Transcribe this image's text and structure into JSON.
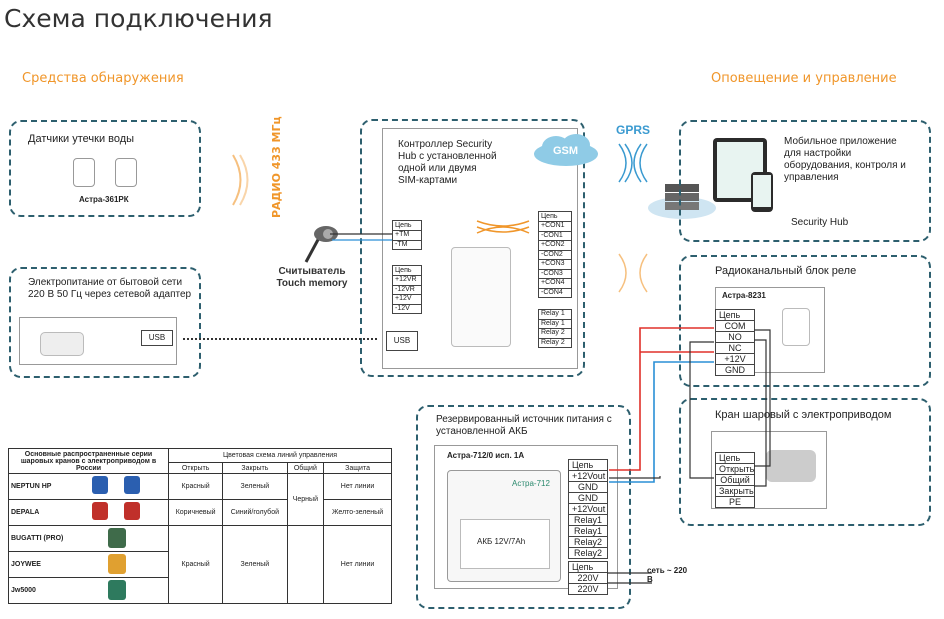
{
  "page_title": "Схема подключения",
  "sections": {
    "detection": "Средства обнаружения",
    "notification": "Оповещение и управление"
  },
  "water_sensors": {
    "title": "Датчики утечки воды",
    "model": "Астра-361РК"
  },
  "power": {
    "title": "Электропитание от бытовой сети 220 В 50 Гц через сетевой адаптер",
    "usb": "USB"
  },
  "radio_label": "РАДИО 433 МГц",
  "reader_label": "Считыватель Touch memory",
  "controller": {
    "title": "Контроллер Security Hub с установленной одной или двумя SIM-картами",
    "gsm": "GSM",
    "tm_header": "Цепь",
    "tm_rows": [
      "+TM",
      "-TM"
    ],
    "pwr_header": "Цепь",
    "pwr_rows": [
      "+12VR",
      "-12VR",
      "+12V",
      "-12V"
    ],
    "con_header": "Цепь",
    "con_rows": [
      "+CON1",
      "-CON1",
      "+CON2",
      "-CON2",
      "+CON3",
      "-CON3",
      "+CON4",
      "-CON4"
    ],
    "relay_rows": [
      "Relay 1",
      "Relay 1",
      "Relay 2",
      "Relay 2"
    ],
    "usb": "USB"
  },
  "gprs_label": "GPRS",
  "mobile": {
    "title": "Мобильное приложение для настройки оборудования, контроля и управления",
    "app": "Security Hub"
  },
  "relay_block": {
    "title": "Радиоканальный блок реле",
    "model": "Астра-8231",
    "terminal_header": "Цепь",
    "terminals": [
      "COM",
      "NO",
      "NC",
      "+12V",
      "GND"
    ]
  },
  "valve": {
    "title": "Кран шаровый с электроприводом",
    "terminal_header": "Цепь",
    "terminals": [
      "Открыть",
      "Общий",
      "Закрыть",
      "PE"
    ]
  },
  "psu": {
    "title": "Резервированный источник питания с установленной АКБ",
    "model": "Астра-712/0 исп. 1А",
    "device_label": "Астра-712",
    "battery": "АКБ 12V/7Ah",
    "terminal_header": "Цепь",
    "terminals": [
      "+12Vout",
      "GND",
      "GND",
      "+12Vout",
      "Relay1",
      "Relay1",
      "Relay2",
      "Relay2"
    ],
    "ac_terminals": [
      "220V",
      "220V"
    ],
    "mains_label": "сеть ~ 220 В"
  },
  "valve_table": {
    "title": "Основные распространенные серии шаровых кранов с электроприводом в России",
    "group_header": "Цветовая схема линий управления",
    "columns": [
      "Открыть",
      "Закрыть",
      "Общий",
      "Защита"
    ],
    "rows": [
      {
        "name": "NEPTUN HP",
        "open": "Красный",
        "close": "Зеленый",
        "common": "",
        "protect": "Нет линии"
      },
      {
        "name": "DEPALA",
        "open": "Коричневый",
        "close": "Синий/голубой",
        "common": "Черный",
        "protect": "Желто-зеленый"
      },
      {
        "name": "BUGATTI (PRO)",
        "open": "",
        "close": "",
        "common": "",
        "protect": ""
      },
      {
        "name": "JOYWEE",
        "open": "Красный",
        "close": "Зеленый",
        "common": "",
        "protect": "Нет линии"
      },
      {
        "name": "Jw5000",
        "open": "",
        "close": "",
        "common": "",
        "protect": ""
      }
    ]
  },
  "colors": {
    "accent": "#f0962a",
    "border": "#2d5f6e",
    "wire_red": "#e0302a",
    "wire_blue": "#2a8fd6",
    "cloud": "#8fcbe6"
  }
}
